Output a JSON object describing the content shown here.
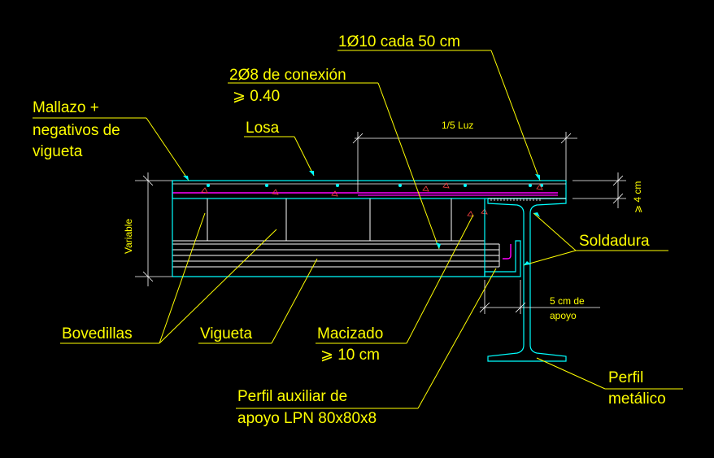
{
  "labels": {
    "bar_spacing": "1Ø10 cada 50 cm",
    "connection_bars": "2Ø8 de conexión",
    "connection_bars_min": "⩾ 0.40",
    "mesh_line1": "Mallazo +",
    "mesh_line2": "negativos de",
    "mesh_line3": "vigueta",
    "slab": "Losa",
    "fifth_span": "1/5 Luz",
    "thickness": "⩾ 4 cm",
    "variable": "Variable",
    "weld": "Soldadura",
    "support": "5 cm de",
    "support2": "apoyo",
    "blocks": "Bovedillas",
    "joist": "Vigueta",
    "solid": "Macizado",
    "solid_min": "⩾  10 cm",
    "aux_profile1": "Perfil auxiliar de",
    "aux_profile2": "apoyo LPN 80x80x8",
    "steel_profile1": "Perfil",
    "steel_profile2": "metálico"
  },
  "colors": {
    "background": "#000000",
    "text": "#ffff00",
    "outline": "#00ffff",
    "concrete": "#ffffff",
    "rebar": "#ff00ff",
    "hatch": "#ff4444"
  }
}
